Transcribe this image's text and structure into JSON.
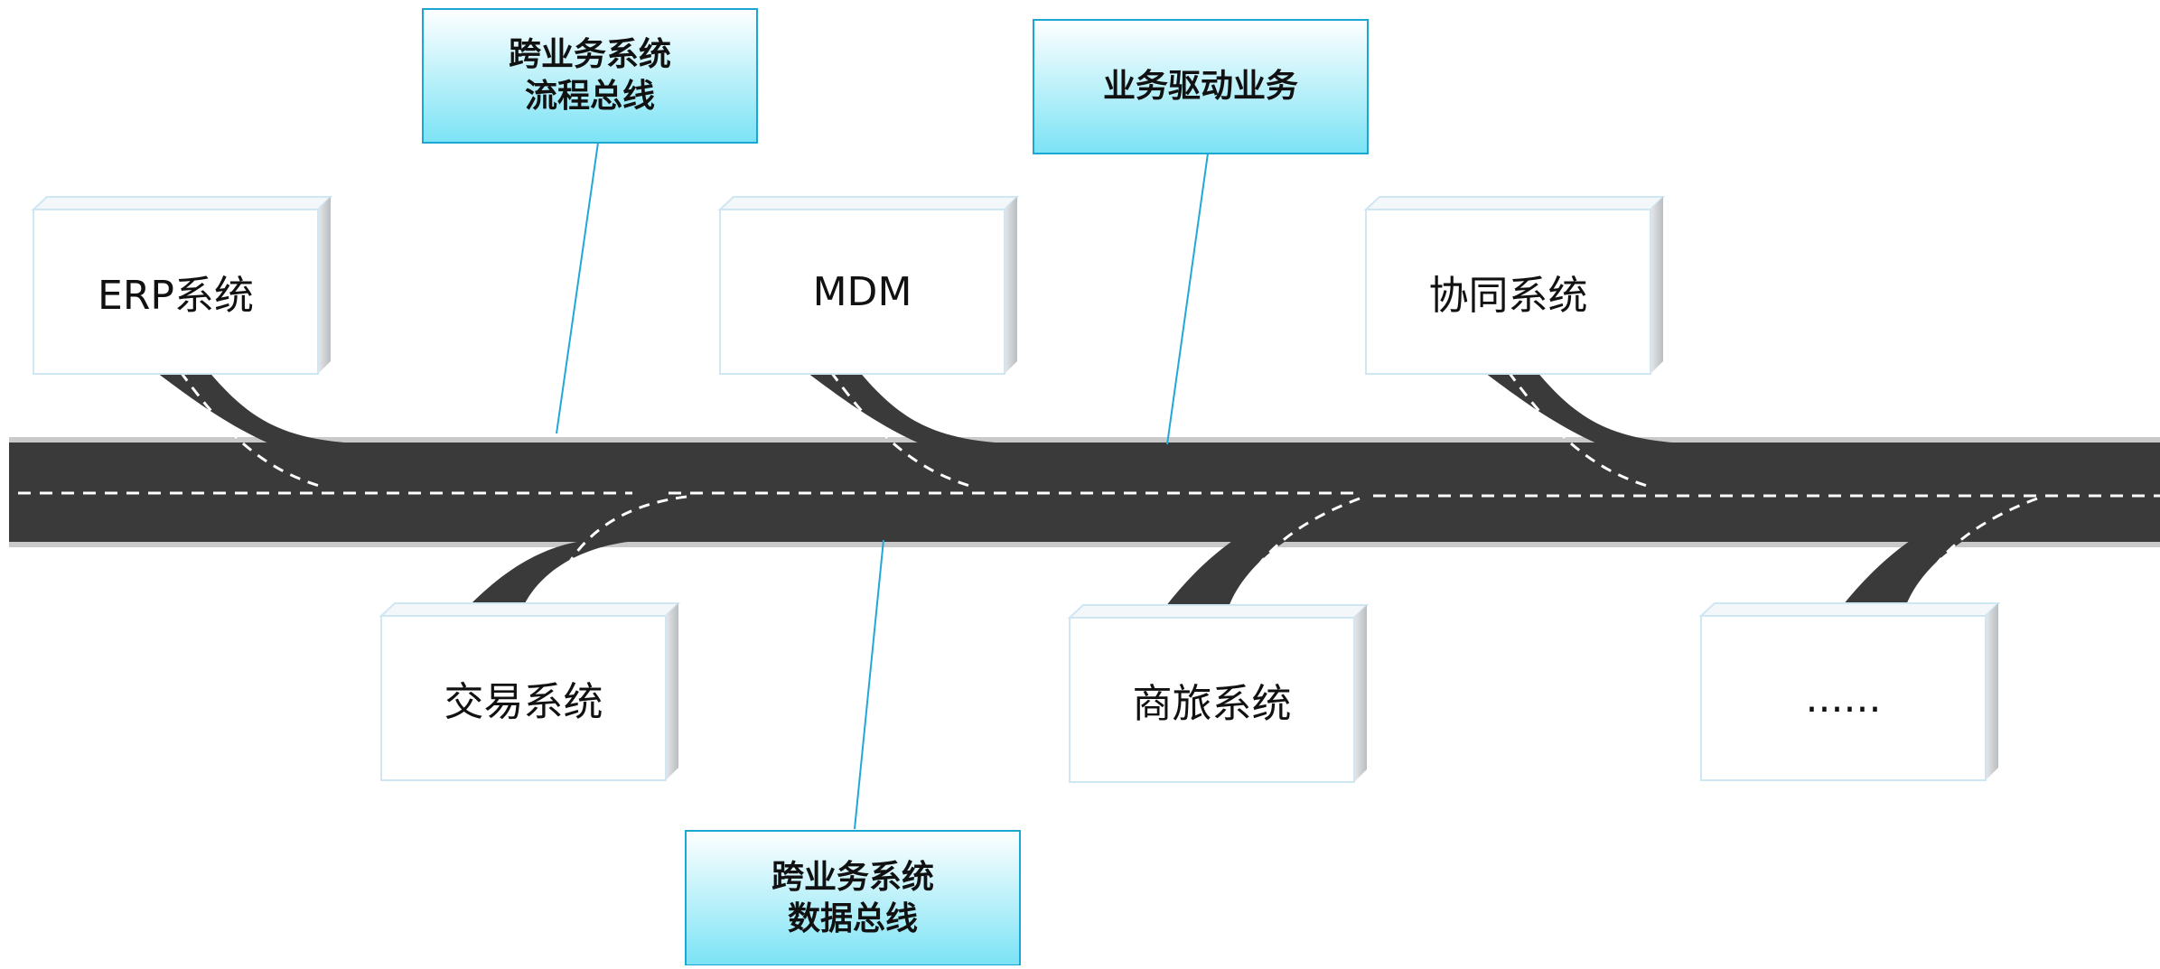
{
  "systems": {
    "erp": "ERP系统",
    "mdm": "MDM",
    "collab": "协同系统",
    "trading": "交易系统",
    "travel": "商旅系统",
    "more": "......"
  },
  "callouts": {
    "process_bus": "跨业务系统\n流程总线",
    "business_drive": "业务驱动业务",
    "data_bus": "跨业务系统\n数据总线"
  },
  "colors": {
    "road": "#3a3a3a",
    "road_edge": "#c9c9c9",
    "lane_marking": "#ffffff",
    "box_fill": "#ffffff",
    "box_border": "#cfe6f3",
    "box_side": "#d2d5d8",
    "callout_top": "#ffffff",
    "callout_bottom": "#7be3f5",
    "callout_border": "#1aa7d4",
    "leader_line": "#22a8d8"
  }
}
